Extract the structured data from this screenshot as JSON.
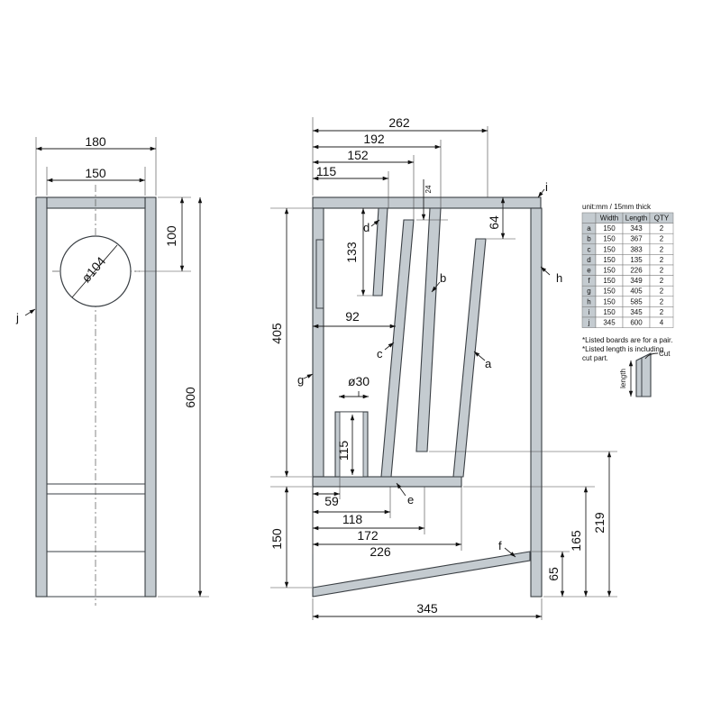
{
  "front_view": {
    "dim_total_width": "180",
    "dim_inner_width": "150",
    "dim_height": "600",
    "dim_hole_offset": "100",
    "hole_diameter": "ø104",
    "side_tag": "j"
  },
  "side_view": {
    "dim_262": "262",
    "dim_192": "192",
    "dim_152": "152",
    "dim_115": "115",
    "dim_24": "24",
    "dim_64": "64",
    "dim_133": "133",
    "dim_92": "92",
    "dim_405": "405",
    "dim_port": "ø30",
    "dim_port_len": "115",
    "dim_59": "59",
    "dim_118": "118",
    "dim_172": "172",
    "dim_226": "226",
    "dim_150": "150",
    "dim_219": "219",
    "dim_165": "165",
    "dim_65": "65",
    "dim_345": "345",
    "tags": {
      "a": "a",
      "b": "b",
      "c": "c",
      "d": "d",
      "e": "e",
      "f": "f",
      "g": "g",
      "h": "h",
      "i": "i"
    }
  },
  "parts_table": {
    "caption": "unit:mm / 15mm thick",
    "headers": [
      "",
      "Width",
      "Length",
      "QTY"
    ],
    "rows": [
      [
        "a",
        "150",
        "343",
        "2"
      ],
      [
        "b",
        "150",
        "367",
        "2"
      ],
      [
        "c",
        "150",
        "383",
        "2"
      ],
      [
        "d",
        "150",
        "135",
        "2"
      ],
      [
        "e",
        "150",
        "226",
        "2"
      ],
      [
        "f",
        "150",
        "349",
        "2"
      ],
      [
        "g",
        "150",
        "405",
        "2"
      ],
      [
        "h",
        "150",
        "585",
        "2"
      ],
      [
        "i",
        "150",
        "345",
        "2"
      ],
      [
        "j",
        "345",
        "600",
        "4"
      ]
    ],
    "note_1": "*Listed boards are for a pair.",
    "note_2": "*Listed length is including",
    "note_3": "cut part.",
    "inset_cut": "Cut",
    "inset_length": "length"
  }
}
